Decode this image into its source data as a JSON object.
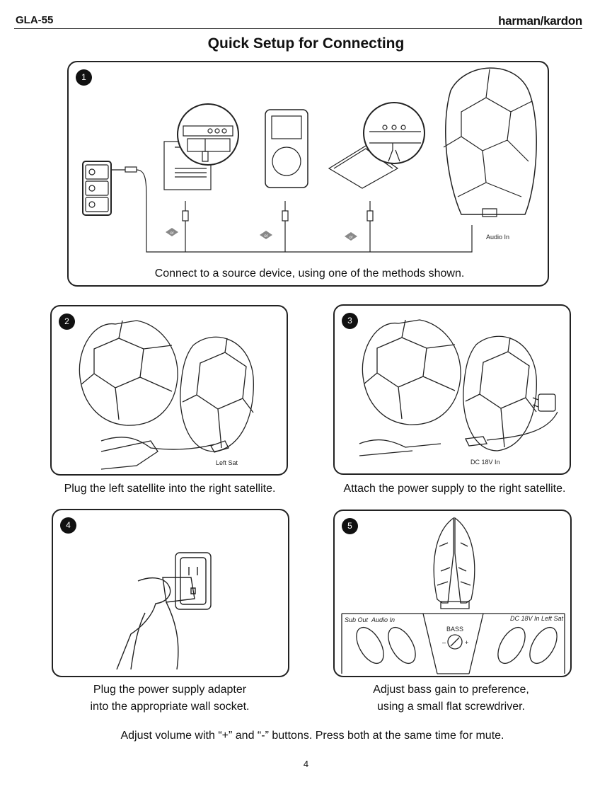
{
  "header": {
    "model": "GLA-55",
    "brand": "harman/kardon"
  },
  "title": "Quick Setup for Connecting",
  "steps": [
    {
      "number": "1",
      "caption": "Connect to a source device, using one of the methods shown.",
      "labels": {
        "or": "or",
        "audio_in": "Audio In"
      }
    },
    {
      "number": "2",
      "caption": "Plug the left satellite into the right satellite.",
      "labels": {
        "port": "Left Sat"
      }
    },
    {
      "number": "3",
      "caption": "Attach the power supply to the right satellite.",
      "labels": {
        "port": "DC 18V In"
      }
    },
    {
      "number": "4",
      "caption_line1": "Plug the power supply adapter",
      "caption_line2": "into the appropriate wall socket."
    },
    {
      "number": "5",
      "caption_line1": "Adjust bass gain to preference,",
      "caption_line2": "using a small flat screwdriver.",
      "labels": {
        "sub_out": "Sub Out",
        "audio_in": "Audio In",
        "bass": "BASS",
        "minus": "–",
        "plus": "+",
        "dc_in": "DC 18V In",
        "left_sat": "Left Sat"
      }
    }
  ],
  "footer_note": "Adjust volume with “+” and “-” buttons. Press both at the same time for mute.",
  "page_number": "4"
}
